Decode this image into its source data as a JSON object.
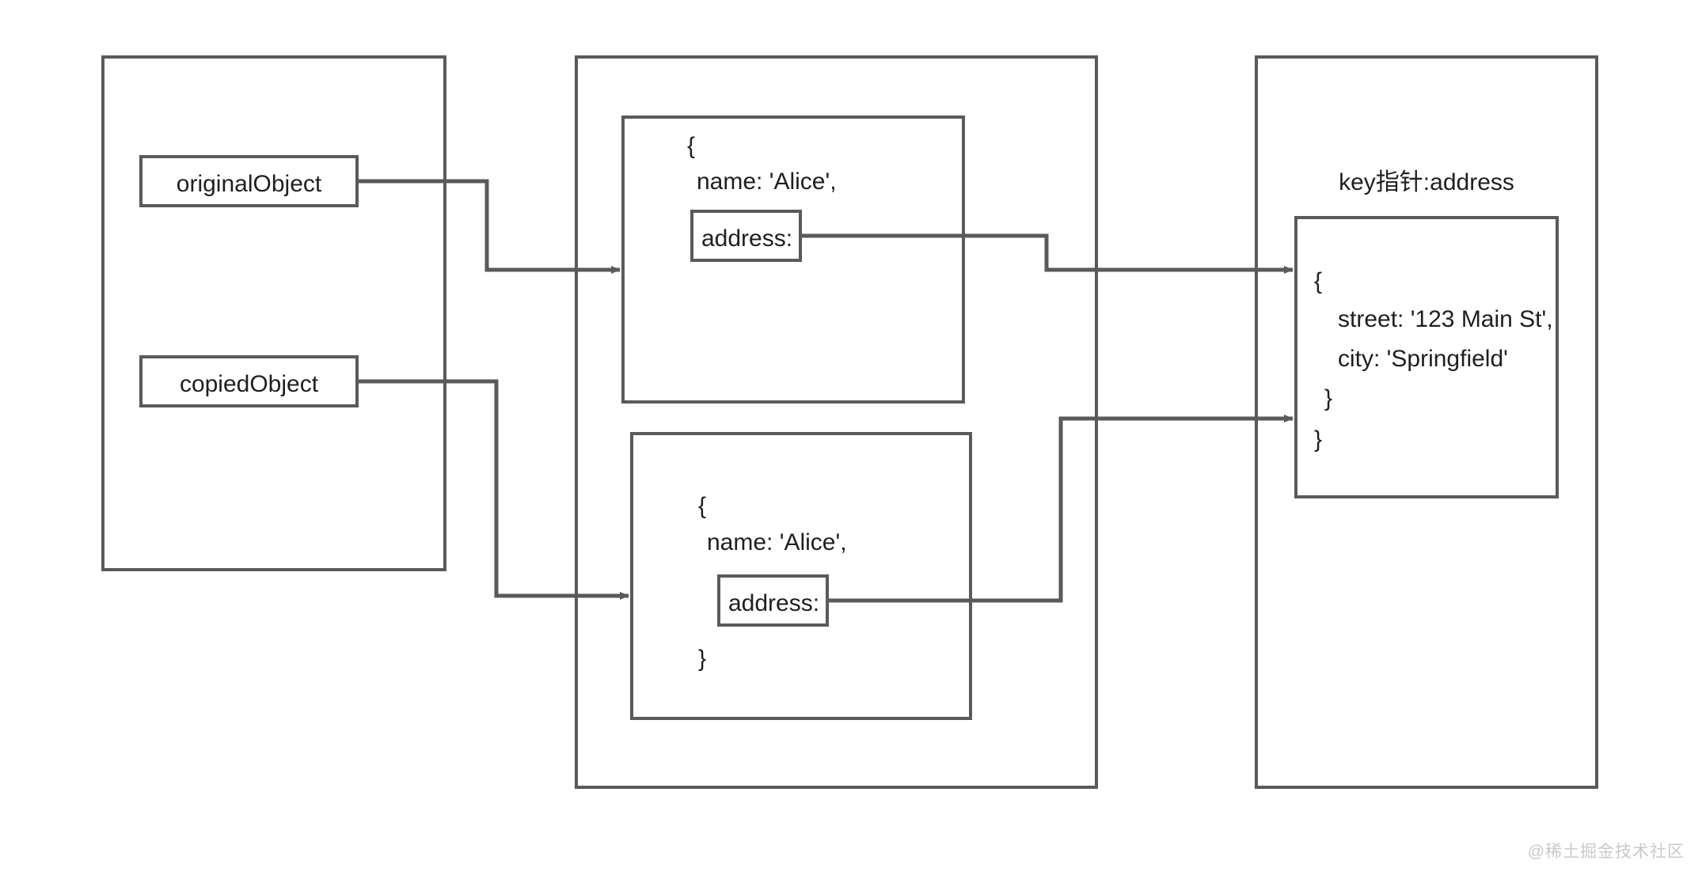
{
  "diagram": {
    "title": "JavaScript shallow copy object reference diagram",
    "stroke_color": "#5a5a5a",
    "text_color": "#1f1f1f",
    "background_color": "#ffffff",
    "watermark": "@稀土掘金技术社区"
  },
  "panels": {
    "variables": {
      "name": "variables-scope-panel",
      "items": [
        {
          "label": "originalObject"
        },
        {
          "label": "copiedObject"
        }
      ]
    },
    "heap_objects": {
      "name": "heap-objects-panel",
      "objects": [
        {
          "name": "original-object-literal",
          "lines": [
            {
              "text": "{",
              "boxed": false
            },
            {
              "text": "name: 'Alice',",
              "boxed": false
            },
            {
              "text": "address:",
              "boxed": true
            }
          ]
        },
        {
          "name": "copied-object-literal",
          "lines": [
            {
              "text": "{",
              "boxed": false
            },
            {
              "text": "name: 'Alice',",
              "boxed": false
            },
            {
              "text": "address:",
              "boxed": true
            },
            {
              "text": "}",
              "boxed": false
            }
          ]
        }
      ]
    },
    "shared_address": {
      "name": "shared-address-panel",
      "pointer_label": "key指针:address",
      "object": {
        "name": "address-object-literal",
        "lines": [
          "{",
          "street: '123 Main St',",
          "city: 'Springfield'",
          "}",
          "}"
        ]
      }
    }
  },
  "connectors": [
    {
      "name": "originalObject-to-original-literal",
      "from": "originalObject",
      "to": "original-object-literal"
    },
    {
      "name": "copiedObject-to-copied-literal",
      "from": "copiedObject",
      "to": "copied-object-literal"
    },
    {
      "name": "original-address-to-shared-address",
      "from": "original address:",
      "to": "address-object-literal"
    },
    {
      "name": "copied-address-to-shared-address",
      "from": "copied address:",
      "to": "address-object-literal"
    }
  ]
}
